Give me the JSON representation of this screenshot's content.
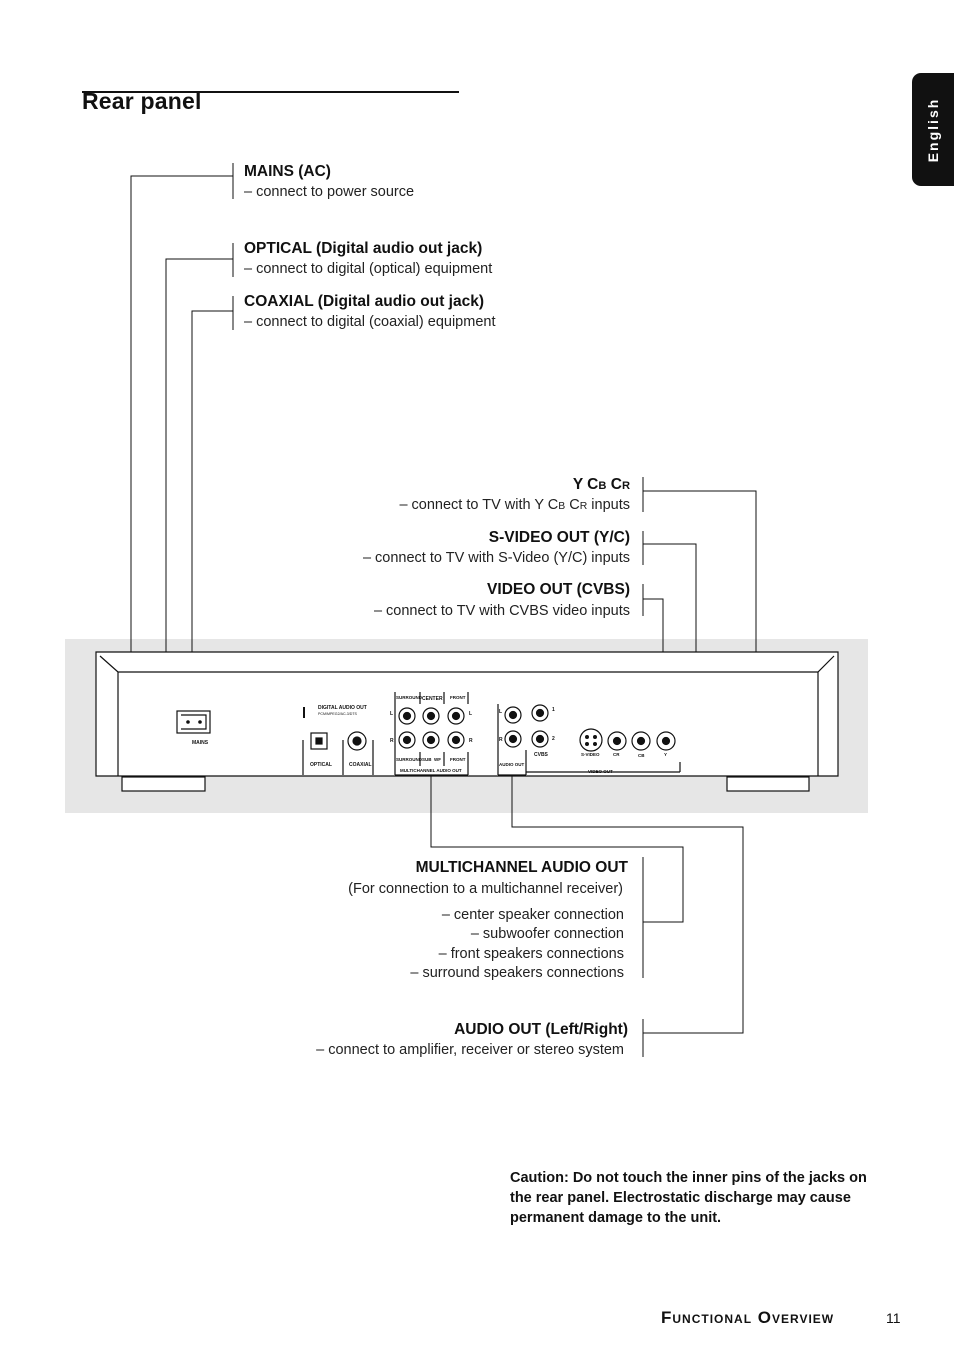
{
  "page": {
    "title": "Rear panel",
    "language_tab": "English",
    "section_footer": "Functional Overview",
    "page_number": "11"
  },
  "callouts": {
    "mains": {
      "title": "MAINS (AC)",
      "desc": "– connect to power source"
    },
    "optical": {
      "title_bold": "OPTICAL",
      "title_rest": " (Digital audio out jack)",
      "desc": "– connect to digital (optical) equipment"
    },
    "coaxial": {
      "title_bold": "COAXIAL",
      "title_rest": " (Digital audio out jack)",
      "desc": "– connect to digital (coaxial) equipment"
    },
    "ycbcr": {
      "title_y": "Y C",
      "title_b": "B",
      "title_c": " C",
      "title_r": "R",
      "desc_pre": "– connect to TV with Y C",
      "desc_b": "B",
      "desc_c": " C",
      "desc_r": "R",
      "desc_post": " inputs"
    },
    "svideo": {
      "title": "S-VIDEO OUT (Y/C)",
      "desc": "– connect to  TV with S-Video (Y/C) inputs"
    },
    "cvbs": {
      "title": "VIDEO OUT (CVBS)",
      "desc": "– connect to  TV with CVBS video inputs"
    },
    "multichannel": {
      "title": "MULTICHANNEL AUDIO OUT",
      "subtitle": "(For connection to a multichannel receiver)",
      "items": [
        "– center speaker connection",
        "– subwoofer connection",
        "– front speakers connections",
        "– surround speakers connections"
      ]
    },
    "audio_out": {
      "title_bold": "AUDIO OUT",
      "title_rest": " (Left/Right)",
      "desc": "– connect to amplifier, receiver or stereo system"
    }
  },
  "rear_panel_labels": {
    "mains": "MAINS",
    "digital_audio_out": "DIGITAL AUDIO OUT",
    "digital_sub": "PCM/MPEG2/AC-3/DTS",
    "optical": "OPTICAL",
    "coaxial": "COAXIAL",
    "surround_top": "SURROUND",
    "center": "CENTER",
    "front_top": "FRONT",
    "l": "L",
    "r": "R",
    "surround_bottom": "SURROUND",
    "sub": "SUB",
    "wf": "WF",
    "front_bottom": "FRONT",
    "multichannel": "MULTICHANNEL AUDIO OUT",
    "audio_out": "AUDIO OUT",
    "cvbs": "CVBS",
    "one": "1",
    "two": "2",
    "svideo": "S-VIDEO",
    "cr": "CR",
    "cb": "CB",
    "y": "Y",
    "video_out": "VIDEO OUT"
  },
  "caution": "Caution: Do not touch the inner pins of the jacks on the rear panel. Electrostatic discharge may cause permanent damage to the unit."
}
